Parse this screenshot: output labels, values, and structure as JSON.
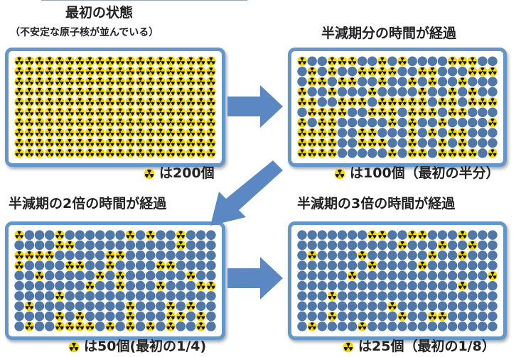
{
  "titles": {
    "initial": "最初の状態",
    "initial_sub": "（不安定な原子核が並んでいる）",
    "half_life_1": "半減期分の時間が経過",
    "half_life_2": "半減期の2倍の時間が経過",
    "half_life_3": "半減期の3倍の時間が経過"
  },
  "counts": {
    "initial": "は200個",
    "half_life_1": "は100個（最初の半分）",
    "half_life_2": "は50個(最初の1/4)",
    "half_life_3": "は25個（最初の1/8）"
  },
  "grid": {
    "columns": 20,
    "rows": 10
  },
  "remaining_nuclei": [
    200,
    100,
    50,
    25
  ],
  "colors": {
    "frame": "#6596c8",
    "arrow": "#5b87c3",
    "undecayed": "#f5d800",
    "decayed": "#4f78a8",
    "trefoil": "#111111"
  },
  "icons": {
    "nucleus": "radiation-icon",
    "decayed": "decayed-nucleus",
    "arrow": "arrow-icon"
  }
}
